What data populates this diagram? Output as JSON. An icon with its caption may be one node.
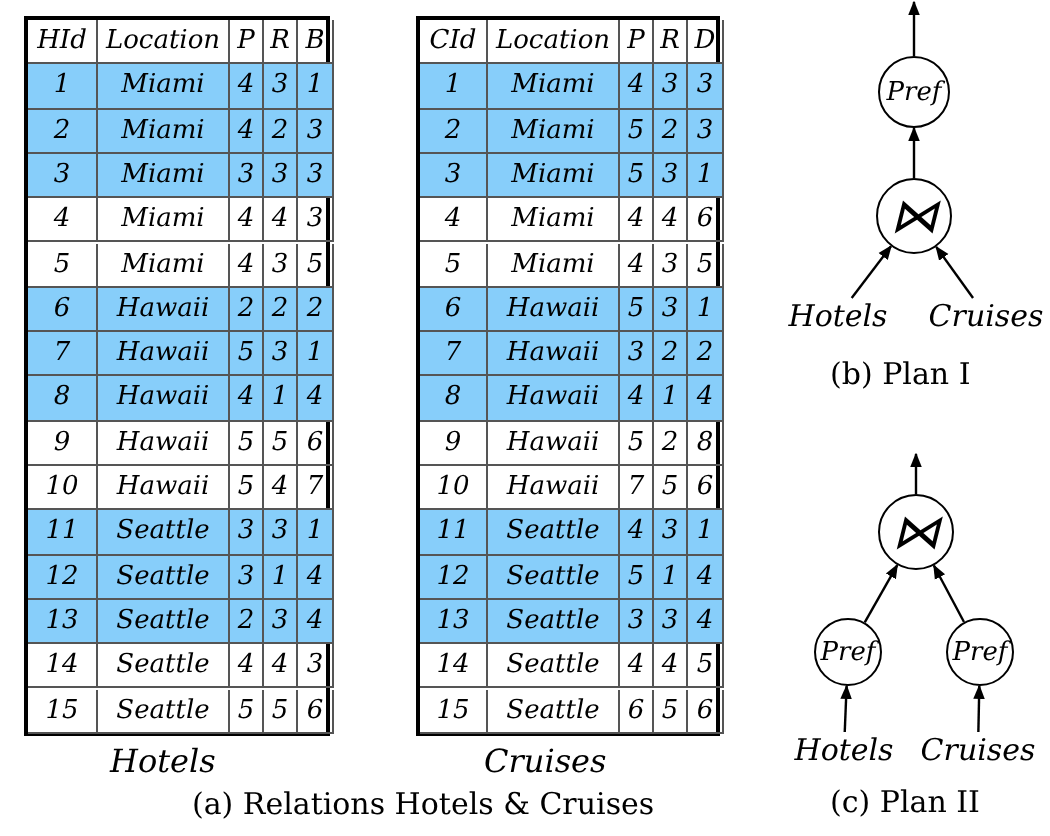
{
  "diagram": {
    "nodes": [
      {
        "text": [
          "Pref"
        ]
      },
      {
        "text": [
          "⋈"
        ]
      },
      {
        "text": [
          "Hotels"
        ]
      },
      {
        "text": [
          "Cruises"
        ]
      },
      {
        "text": [
          "⋈"
        ]
      },
      {
        "text": [
          "Pref"
        ]
      },
      {
        "text": [
          "Pref"
        ]
      },
      {
        "text": [
          "Hotels"
        ]
      },
      {
        "text": [
          "Cruises"
        ]
      }
    ],
    "edges": [
      {
        "from": 0,
        "to": null,
        "arrow": "to"
      },
      {
        "from": 1,
        "to": 0,
        "arrow": "to"
      },
      {
        "from": 2,
        "to": 1,
        "arrow": "to"
      },
      {
        "from": 3,
        "to": 1,
        "arrow": "to"
      },
      {
        "from": 4,
        "to": null,
        "arrow": "to"
      },
      {
        "from": 5,
        "to": 4,
        "arrow": "to"
      },
      {
        "from": 6,
        "to": 4,
        "arrow": "to"
      },
      {
        "from": 7,
        "to": 5,
        "arrow": "to"
      },
      {
        "from": 8,
        "to": 6,
        "arrow": "to"
      }
    ],
    "labels": [
      "HId",
      "Location",
      "P",
      "R",
      "B",
      "1",
      "Miami",
      "4",
      "3",
      "1",
      "2",
      "Miami",
      "4",
      "2",
      "3",
      "3",
      "Miami",
      "3",
      "3",
      "3",
      "4",
      "Miami",
      "4",
      "4",
      "3",
      "5",
      "Miami",
      "4",
      "3",
      "5",
      "6",
      "Hawaii",
      "2",
      "2",
      "2",
      "7",
      "Hawaii",
      "5",
      "3",
      "1",
      "8",
      "Hawaii",
      "4",
      "1",
      "4",
      "9",
      "Hawaii",
      "5",
      "5",
      "6",
      "10",
      "Hawaii",
      "5",
      "4",
      "7",
      "11",
      "Seattle",
      "3",
      "3",
      "1",
      "12",
      "Seattle",
      "3",
      "1",
      "4",
      "13",
      "Seattle",
      "2",
      "3",
      "4",
      "14",
      "Seattle",
      "4",
      "4",
      "3",
      "15",
      "Seattle",
      "5",
      "5",
      "6",
      "CId",
      "Location",
      "P",
      "R",
      "D",
      "1",
      "Miami",
      "4",
      "3",
      "3",
      "2",
      "Miami",
      "5",
      "2",
      "3",
      "3",
      "Miami",
      "5",
      "3",
      "1",
      "4",
      "Miami",
      "4",
      "4",
      "6",
      "5",
      "Miami",
      "4",
      "3",
      "5",
      "6",
      "Hawaii",
      "5",
      "3",
      "1",
      "7",
      "Hawaii",
      "3",
      "2",
      "2",
      "8",
      "Hawaii",
      "4",
      "1",
      "4",
      "9",
      "Hawaii",
      "5",
      "2",
      "8",
      "10",
      "Hawaii",
      "7",
      "5",
      "6",
      "11",
      "Seattle",
      "4",
      "3",
      "1",
      "12",
      "Seattle",
      "5",
      "1",
      "4",
      "13",
      "Seattle",
      "3",
      "3",
      "4",
      "14",
      "Seattle",
      "4",
      "4",
      "5",
      "15",
      "Seattle",
      "6",
      "5",
      "6",
      "Hotels",
      "Cruises",
      "(a) Relations Hotels & Cruises",
      "(b) Plan I",
      "(c) Plan II"
    ]
  }
}
